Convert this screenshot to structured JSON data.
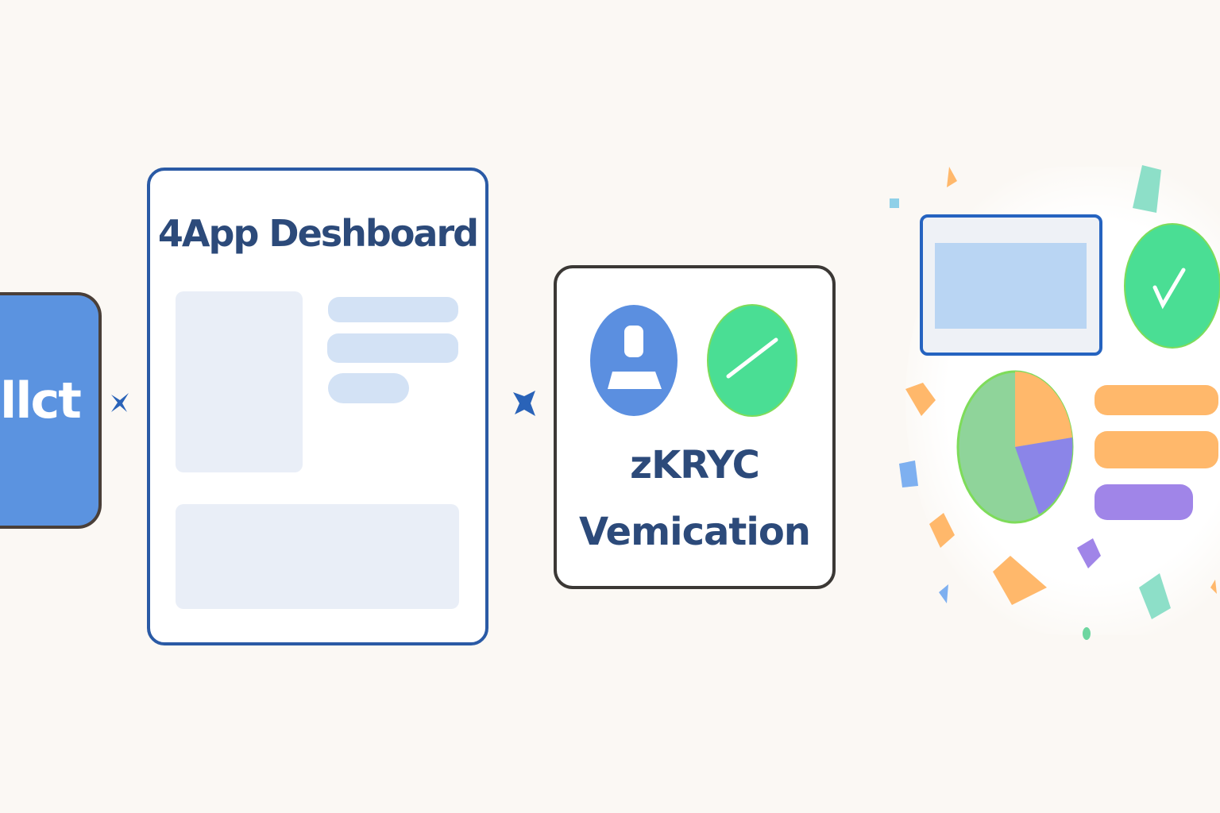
{
  "left_card": {
    "label": "llct",
    "color": "#5b93e0"
  },
  "dashboard_card": {
    "title": "4App Deshboard",
    "border_color": "#2a5aa5"
  },
  "kyc_card": {
    "line1": "zKRYC",
    "line2": "Vemication",
    "avatar_color": "#5b8fe0",
    "check_color": "#4ade94"
  },
  "result_panel": {
    "window_color": "#b9d5f3",
    "pie_colors": [
      "#8fd49a",
      "#ffb86b",
      "#8b85e8"
    ],
    "bar_colors": [
      "#ffb86b",
      "#ffb86b",
      "#a085e8"
    ]
  },
  "icons": [
    "sparkle-icon",
    "user-avatar-icon",
    "checkmark-icon",
    "pie-chart-icon",
    "confetti-icon"
  ]
}
